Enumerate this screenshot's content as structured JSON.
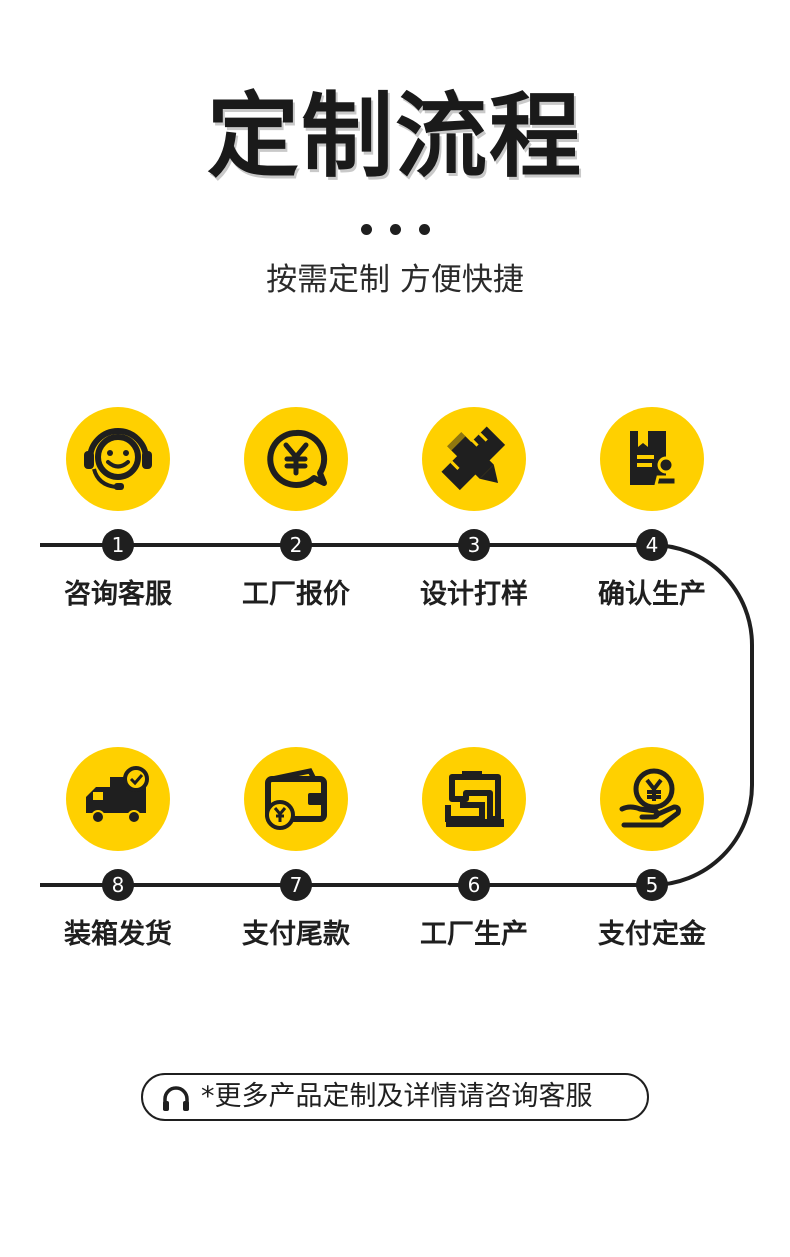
{
  "header": {
    "title": "定制流程",
    "subtitle": "按需定制 方便快捷"
  },
  "steps": [
    {
      "number": "1",
      "label": "咨询客服",
      "icon": "customer-service-headset-icon"
    },
    {
      "number": "2",
      "label": "工厂报价",
      "icon": "price-chat-bubble-icon"
    },
    {
      "number": "3",
      "label": "设计打样",
      "icon": "ruler-pencil-icon"
    },
    {
      "number": "4",
      "label": "确认生产",
      "icon": "document-stamp-icon"
    },
    {
      "number": "5",
      "label": "支付定金",
      "icon": "coin-hand-icon"
    },
    {
      "number": "6",
      "label": "工厂生产",
      "icon": "sewing-machine-icon"
    },
    {
      "number": "7",
      "label": "支付尾款",
      "icon": "wallet-coin-icon"
    },
    {
      "number": "8",
      "label": "装箱发货",
      "icon": "delivery-truck-icon"
    }
  ],
  "footer": {
    "note": "*更多产品定制及详情请咨询客服",
    "icon": "headphone-icon"
  },
  "colors": {
    "accent": "#ffd000",
    "dark": "#1f1f1f",
    "background": "#ffffff"
  }
}
